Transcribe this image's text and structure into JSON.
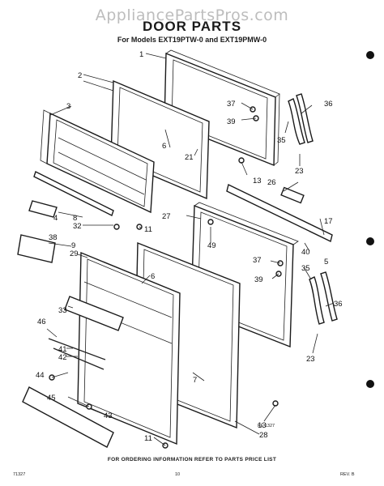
{
  "watermark": "AppliancePartsPros.com",
  "title": "DOOR PARTS",
  "subtitle": "For Models EXT19PTW-0 and EXT19PMW-0",
  "footer_note": "FOR ORDERING INFORMATION REFER TO PARTS PRICE LIST",
  "footer_left": "71327",
  "footer_center": "10",
  "footer_right": "REV. B",
  "reference_code": "KE 1327",
  "callouts": [
    "1",
    "2",
    "3",
    "4",
    "5",
    "6",
    "7",
    "8",
    "9",
    "11",
    "13",
    "17",
    "21",
    "23",
    "26",
    "27",
    "28",
    "29",
    "32",
    "33",
    "35",
    "36",
    "37",
    "38",
    "39",
    "40",
    "41",
    "42",
    "43",
    "44",
    "45",
    "46",
    "49"
  ]
}
